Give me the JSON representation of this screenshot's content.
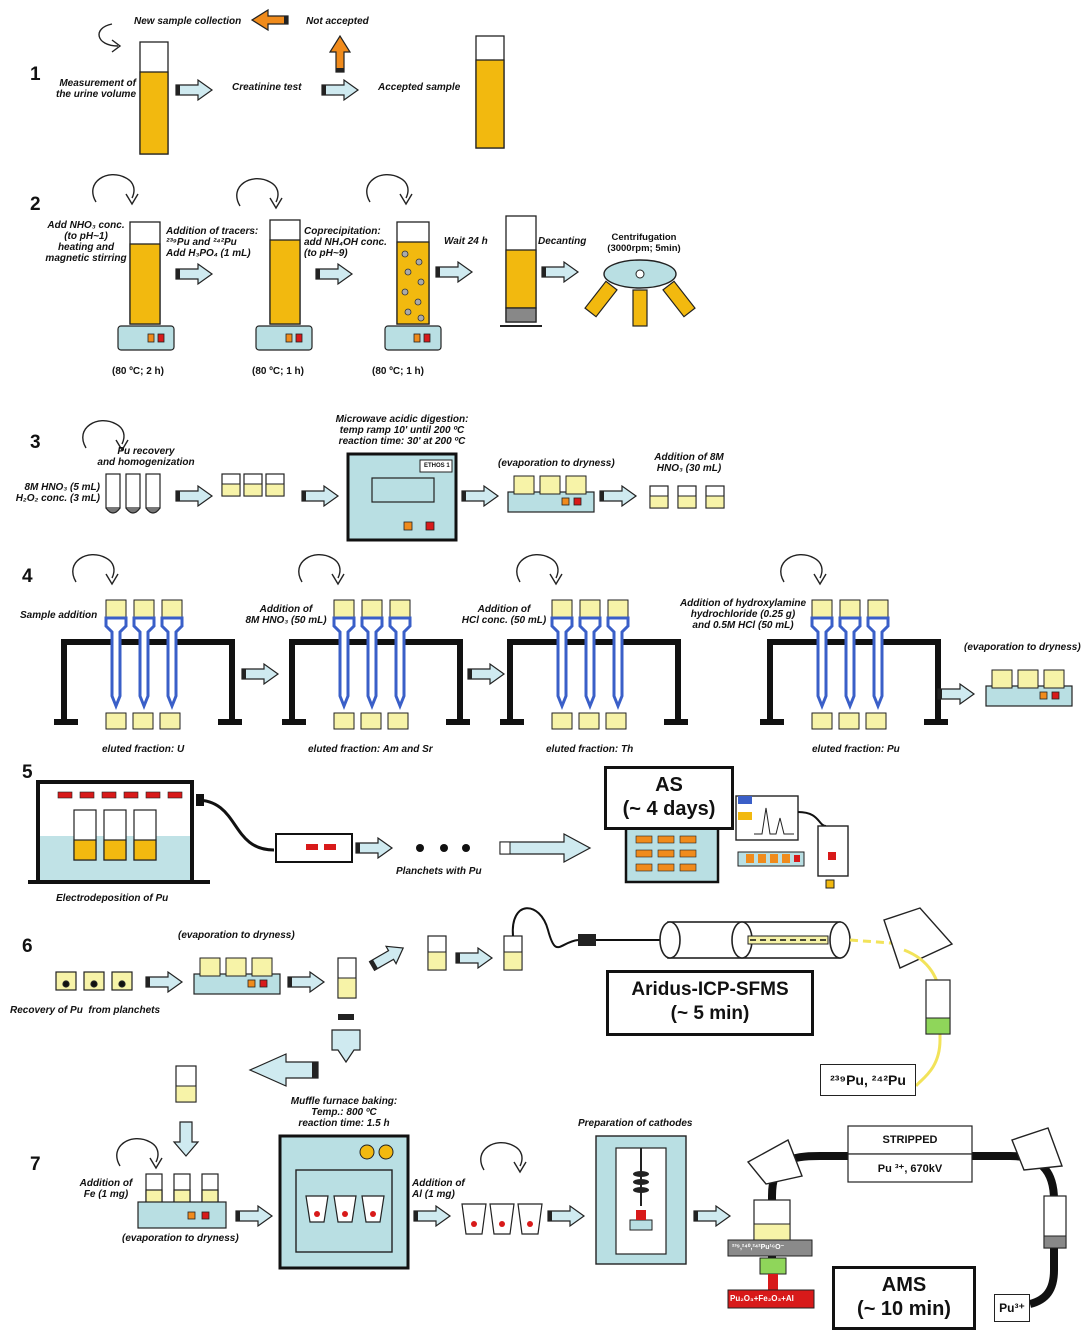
{
  "steps": [
    "1",
    "2",
    "3",
    "4",
    "5",
    "6",
    "7"
  ],
  "step1": {
    "new_sample": "New sample collection",
    "not_accepted": "Not accepted",
    "measurement": "Measurement of\nthe urine volume",
    "creatinine": "Creatinine test",
    "accepted": "Accepted sample"
  },
  "step2": {
    "add_nho3": "Add NHO₃ conc.\n(to pH~1)\nheating and\nmagnetic stirring",
    "tracers": "Addition of tracers:\n²³⁹Pu and ²⁴²Pu\nAdd H₃PO₄ (1 mL)",
    "coprecip": "Coprecipitation:\nadd NH₄OH conc.\n(to pH~9)",
    "wait": "Wait 24 h",
    "decanting": "Decanting",
    "centrifugation": "Centrifugation\n(3000rpm; 5min)",
    "cond1": "(80 ºC; 2 h)",
    "cond2": "(80 ºC; 1 h)",
    "cond3": "(80 ºC; 1 h)"
  },
  "step3": {
    "recovery": "Pu recovery\nand homogenization",
    "reagents": "8M HNO₃ (5 mL)\nH₂O₂ conc. (3 mL)",
    "microwave": "Microwave acidic digestion:\ntemp ramp 10' until 200 ºC\nreaction time: 30' at 200 ºC",
    "ethos": "ETHOS 1",
    "evaporation": "(evaporation to dryness)",
    "addition": "Addition of 8M\nHNO₃ (30 mL)"
  },
  "step4": {
    "sample_addition": "Sample addition",
    "add_hno3": "Addition of\n8M HNO₃ (50 mL)",
    "add_hcl": "Addition of\nHCl conc. (50 mL)",
    "add_hydroxyl": "Addition of hydroxylamine\nhydrochloride (0.25 g)\nand 0.5M HCl (50 mL)",
    "evaporation": "(evaporation to dryness)",
    "fraction_u": "eluted fraction: U",
    "fraction_am": "eluted fraction: Am and Sr",
    "fraction_th": "eluted fraction: Th",
    "fraction_pu": "eluted fraction: Pu"
  },
  "step5": {
    "electrodeposition": "Electrodeposition of Pu",
    "planchets": "Planchets with Pu",
    "as_title": "AS",
    "as_time": "(~ 4 days)"
  },
  "step6": {
    "evaporation": "(evaporation to dryness)",
    "recovery": "Recovery of Pu  from planchets",
    "icp_title": "Aridus-ICP-SFMS",
    "icp_time": "(~ 5 min)",
    "isotopes": "²³⁹Pu, ²⁴²Pu"
  },
  "step7": {
    "add_fe": "Addition of\nFe (1 mg)",
    "evaporation": "(evaporation to dryness)",
    "muffle": "Muffle furnace baking:\nTemp.: 800 ºC\nreaction time: 1.5 h",
    "add_al": "Addition of\nAl (1 mg)",
    "cathodes": "Preparation of cathodes",
    "stripped": "STRIPPED",
    "pu_kv": "Pu ³⁺, 670kV",
    "oxide_ion": "²³⁹,²⁴⁰,²⁴²Pu¹⁶O⁻",
    "matrix": "Pu₂O₃+Fe₂O₃+Al",
    "ams_title": "AMS",
    "ams_time": "(~ 10 min)",
    "pu3": "Pu³⁺"
  },
  "colors": {
    "urine": "#f2b90f",
    "liquid_light": "#f7f3a8",
    "device": "#b9dfe3",
    "column": "#3a5fc8",
    "outline": "#111111",
    "red": "#d81a1a",
    "orange": "#f08b1c",
    "green": "#8fd65a"
  }
}
